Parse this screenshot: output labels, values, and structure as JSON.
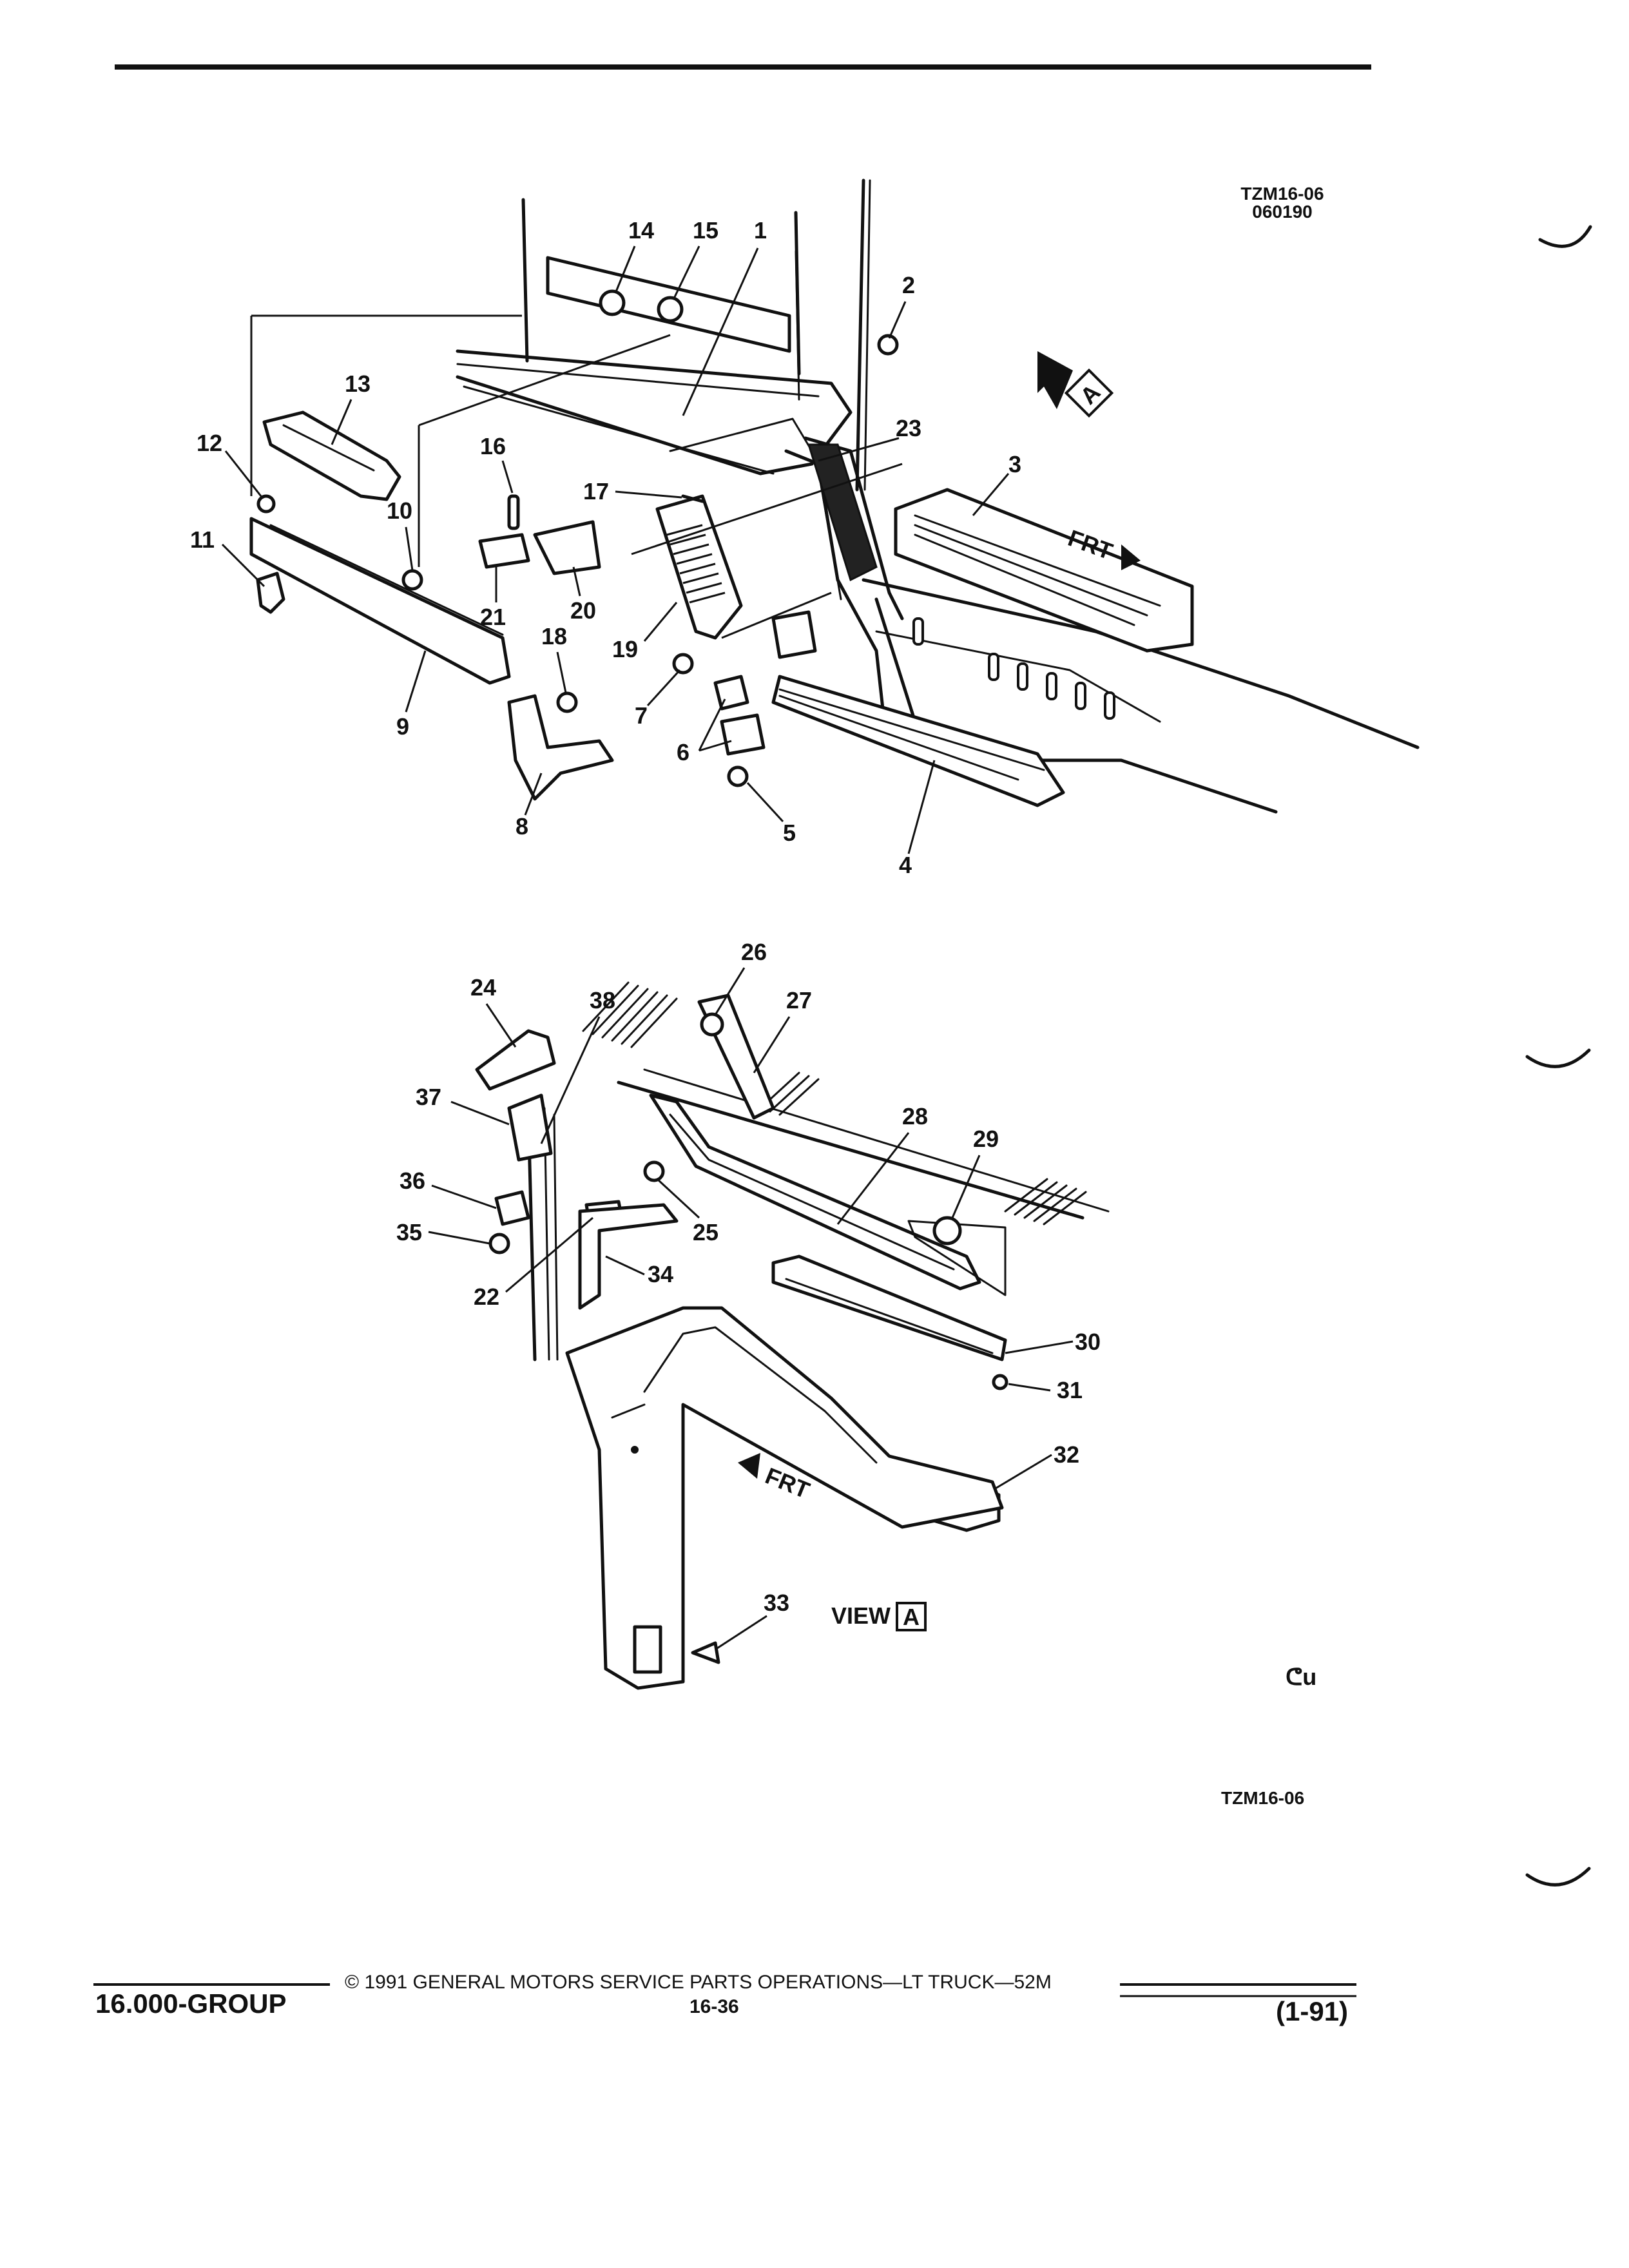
{
  "header": {
    "figure_id": "TZM16-06",
    "figure_date": "060190"
  },
  "upper_view": {
    "callouts": [
      "1",
      "2",
      "3",
      "4",
      "5",
      "6",
      "7",
      "8",
      "9",
      "10",
      "11",
      "12",
      "13",
      "14",
      "15",
      "16",
      "17",
      "18",
      "19",
      "20",
      "21",
      "23"
    ],
    "frt_label": "FRT",
    "view_marker": "A"
  },
  "lower_view": {
    "callouts": [
      "22",
      "24",
      "25",
      "26",
      "27",
      "28",
      "29",
      "30",
      "31",
      "32",
      "33",
      "34",
      "35",
      "36",
      "37",
      "38"
    ],
    "frt_label": "FRT",
    "view_label": "VIEW",
    "view_marker": "A"
  },
  "figure_footer_id": "TZM16-06",
  "brand_mark": "ᕦu",
  "footer": {
    "group": "16.000-GROUP",
    "copyright": "© 1991 GENERAL MOTORS SERVICE PARTS OPERATIONS—LT TRUCK—52M",
    "page_number": "16-36",
    "revision": "(1-91)"
  }
}
